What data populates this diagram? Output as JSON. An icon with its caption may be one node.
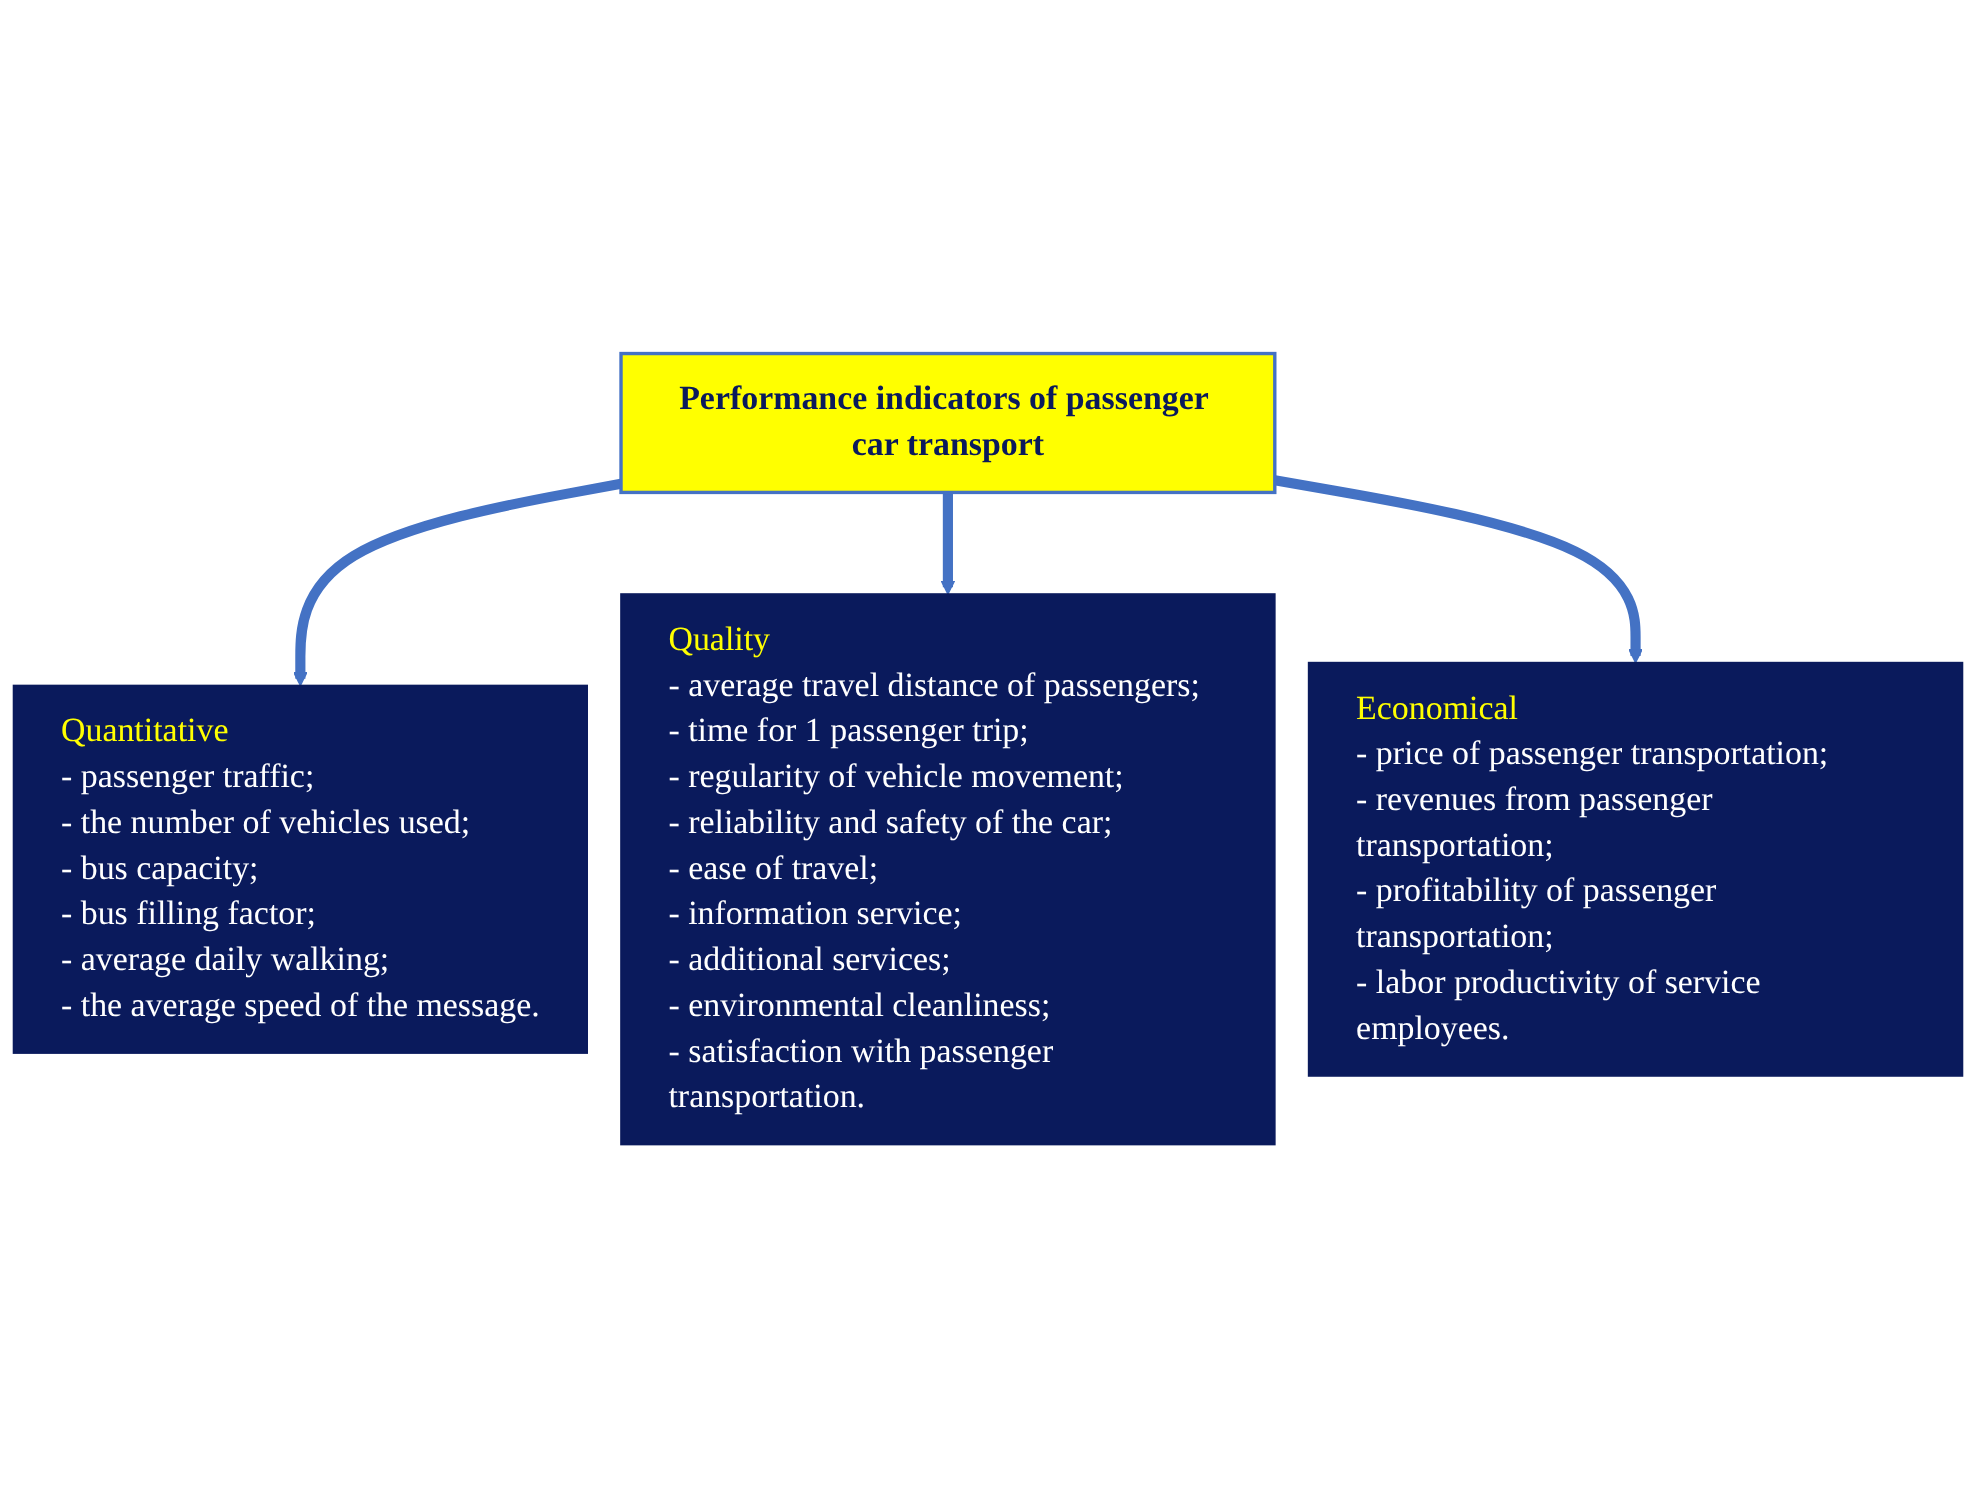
{
  "diagram": {
    "nodes": [
      {
        "text": [
          "Performance indicators of passenger car transport"
        ]
      },
      {
        "text": [
          "Quantitative",
          "- passenger traffic;",
          "- the number of vehicles used;",
          "- bus capacity;",
          "- bus filling factor;",
          "- average daily walking;",
          "- the average speed of the message."
        ]
      },
      {
        "text": [
          "Quality",
          "- average travel distance of passengers;",
          "- time for 1 passenger trip;",
          "- regularity of vehicle movement;",
          "- reliability and safety of the car;",
          "- ease of travel;",
          "- information service;",
          "- additional services;",
          "- environmental cleanliness;",
          "- satisfaction with passenger transportation."
        ]
      },
      {
        "text": [
          "Economical",
          "- price of passenger transportation;",
          "- revenues from passenger transportation;",
          "- profitability of passenger transportation;",
          "- labor productivity of service employees."
        ]
      }
    ],
    "edges": [
      {
        "from": 0,
        "to": 1,
        "arrow": "to"
      },
      {
        "from": 0,
        "to": 2,
        "arrow": "to"
      },
      {
        "from": 0,
        "to": 3,
        "arrow": "to"
      }
    ]
  }
}
